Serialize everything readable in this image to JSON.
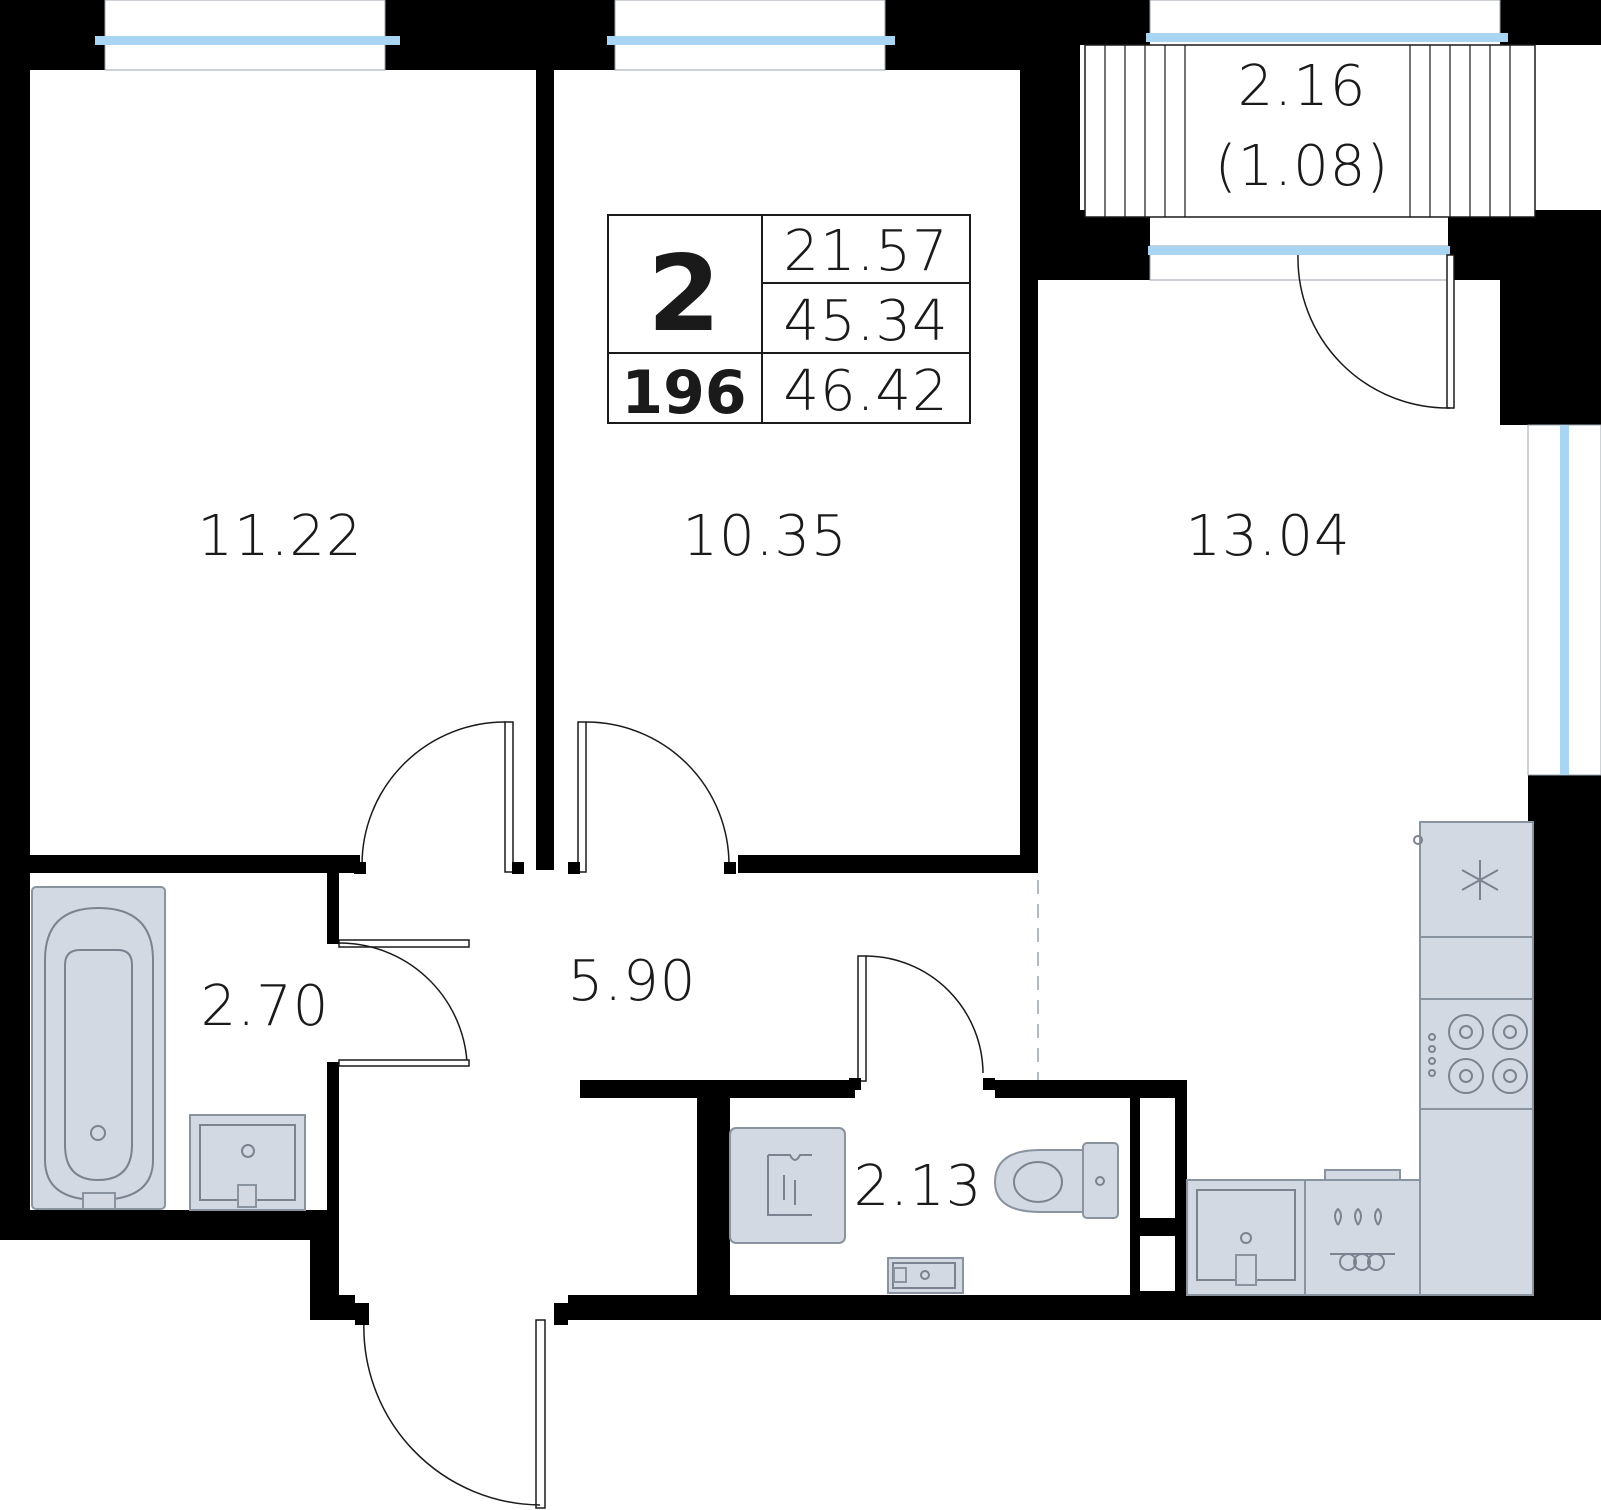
{
  "summary": {
    "rooms_count": "2",
    "apartment_number": "196",
    "living_area": "21.57",
    "area_without_balcony": "45.34",
    "total_area": "46.42"
  },
  "rooms": {
    "bedroom_left": "11.22",
    "bedroom_middle": "10.35",
    "kitchen_living": "13.04",
    "bathroom": "2.70",
    "hallway": "5.90",
    "toilet": "2.13"
  },
  "balcony": {
    "area": "2.16",
    "reduced_area": "(1.08)"
  },
  "colors": {
    "wall": "#000000",
    "window_glass": "#a9d4f2",
    "fixture_fill": "#d3d9e3"
  }
}
